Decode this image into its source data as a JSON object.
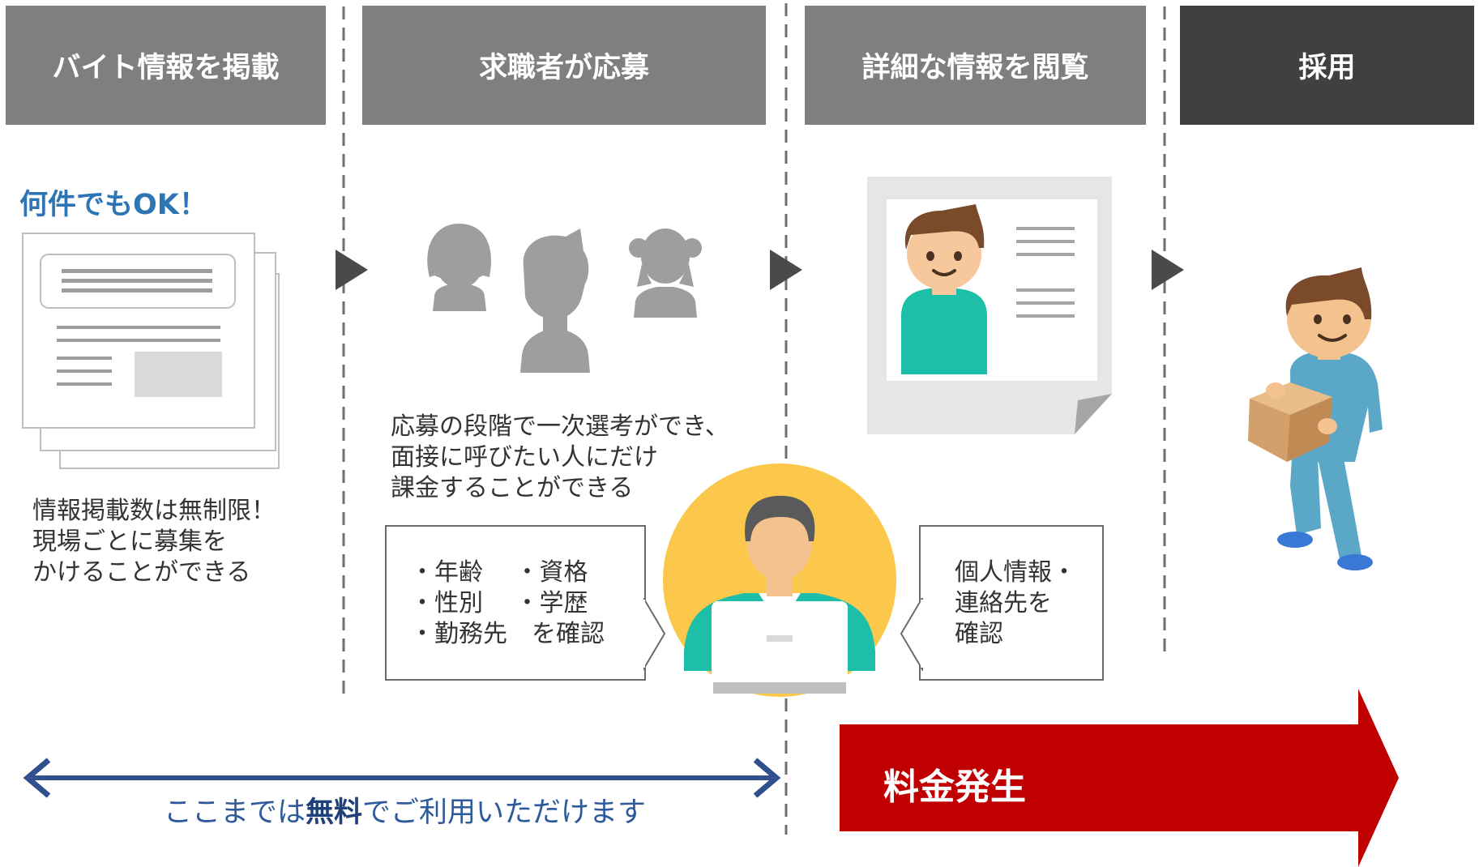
{
  "steps": [
    {
      "label": "バイト情報を掲載",
      "color": "#7f7f7f"
    },
    {
      "label": "求職者が応募",
      "color": "#7f7f7f"
    },
    {
      "label": "詳細な情報を閲覧",
      "color": "#7f7f7f"
    },
    {
      "label": "採用",
      "color": "#404040"
    }
  ],
  "step1": {
    "headline": "何件でもOK！",
    "desc": "情報掲載数は無制限！\n現場ごとに募集を\nかけることができる"
  },
  "step2": {
    "desc": "応募の段階で一次選考ができ、\n面接に呼びたい人にだけ\n課金することができる",
    "check_box": "・年齢　 ・資格\n・性別　 ・学歴\n・勤務先　を確認"
  },
  "step3": {
    "check_box": "個人情報・\n連絡先を\n確認"
  },
  "footer": {
    "free_prefix": "ここまでは",
    "free_bold": "無料",
    "free_suffix": "でご利用いただけます",
    "fee_label": "料金発生"
  },
  "colors": {
    "header_gray": "#7f7f7f",
    "header_dark": "#404040",
    "accent_blue": "#2e75b6",
    "free_arrow": "#2f4f8f",
    "fee_red": "#c00000",
    "circle_yellow": "#fbc84c",
    "teal_shirt": "#1dbfa8"
  },
  "icons": {
    "flow_arrow": "triangle-right-icon",
    "document": "document-stack-icon",
    "applicants": "applicant-silhouettes-icon",
    "profile": "profile-card-icon",
    "recruiter": "recruiter-laptop-icon",
    "worker": "worker-with-box-icon"
  }
}
